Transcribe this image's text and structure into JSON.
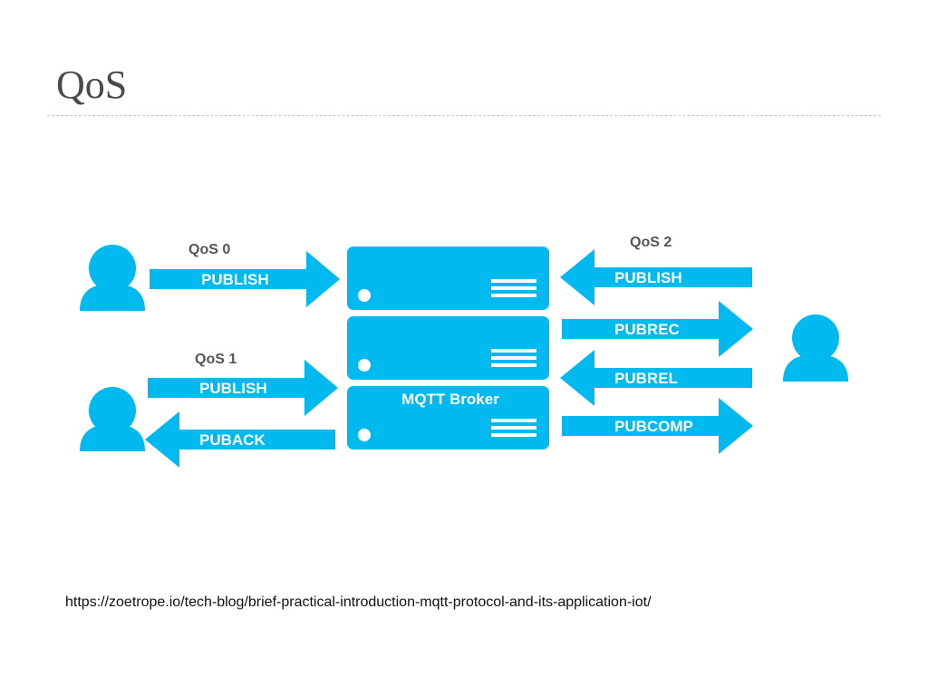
{
  "title": "QoS",
  "colors": {
    "accent": "#00b9ef",
    "text": "#555555"
  },
  "icons": {
    "client": "user-icon",
    "server": "server-icon"
  },
  "qos_labels": {
    "qos0": "QoS 0",
    "qos1": "QoS 1",
    "qos2": "QoS 2"
  },
  "broker_label": "MQTT Broker",
  "arrows": {
    "qos0_publish": "PUBLISH",
    "qos1_publish": "PUBLISH",
    "qos1_puback": "PUBACK",
    "qos2_publish": "PUBLISH",
    "qos2_pubrec": "PUBREC",
    "qos2_pubrel": "PUBREL",
    "qos2_pubcomp": "PUBCOMP"
  },
  "source_url": "https://zoetrope.io/tech-blog/brief-practical-introduction-mqtt-protocol-and-its-application-iot/"
}
